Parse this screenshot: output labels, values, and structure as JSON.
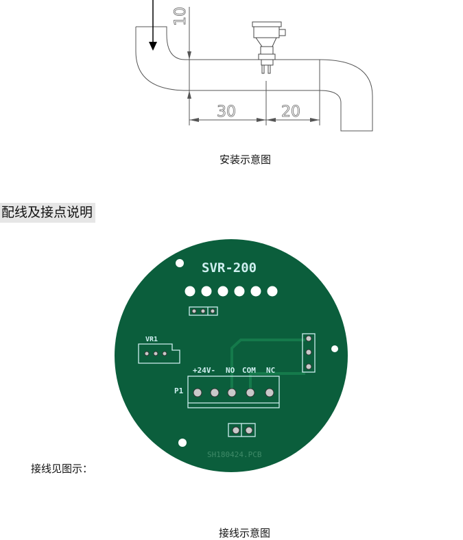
{
  "install_drawing": {
    "dim_vertical": "10",
    "dim_left": "30",
    "dim_right": "20",
    "caption": "安装示意图"
  },
  "section_heading": "配线及接点说明",
  "pcb": {
    "model": "SVR-200",
    "vr_label": "VR1",
    "connector_label": "P1",
    "terminal_labels": [
      "+24V-",
      "NO",
      "COM",
      "NC"
    ],
    "board_id": "SH180424.PCB",
    "board_color": "#0b5e3c",
    "silk_color": "#cfeff0"
  },
  "wiring_note": "接线见图示：",
  "wiring_caption": "接线示意图"
}
